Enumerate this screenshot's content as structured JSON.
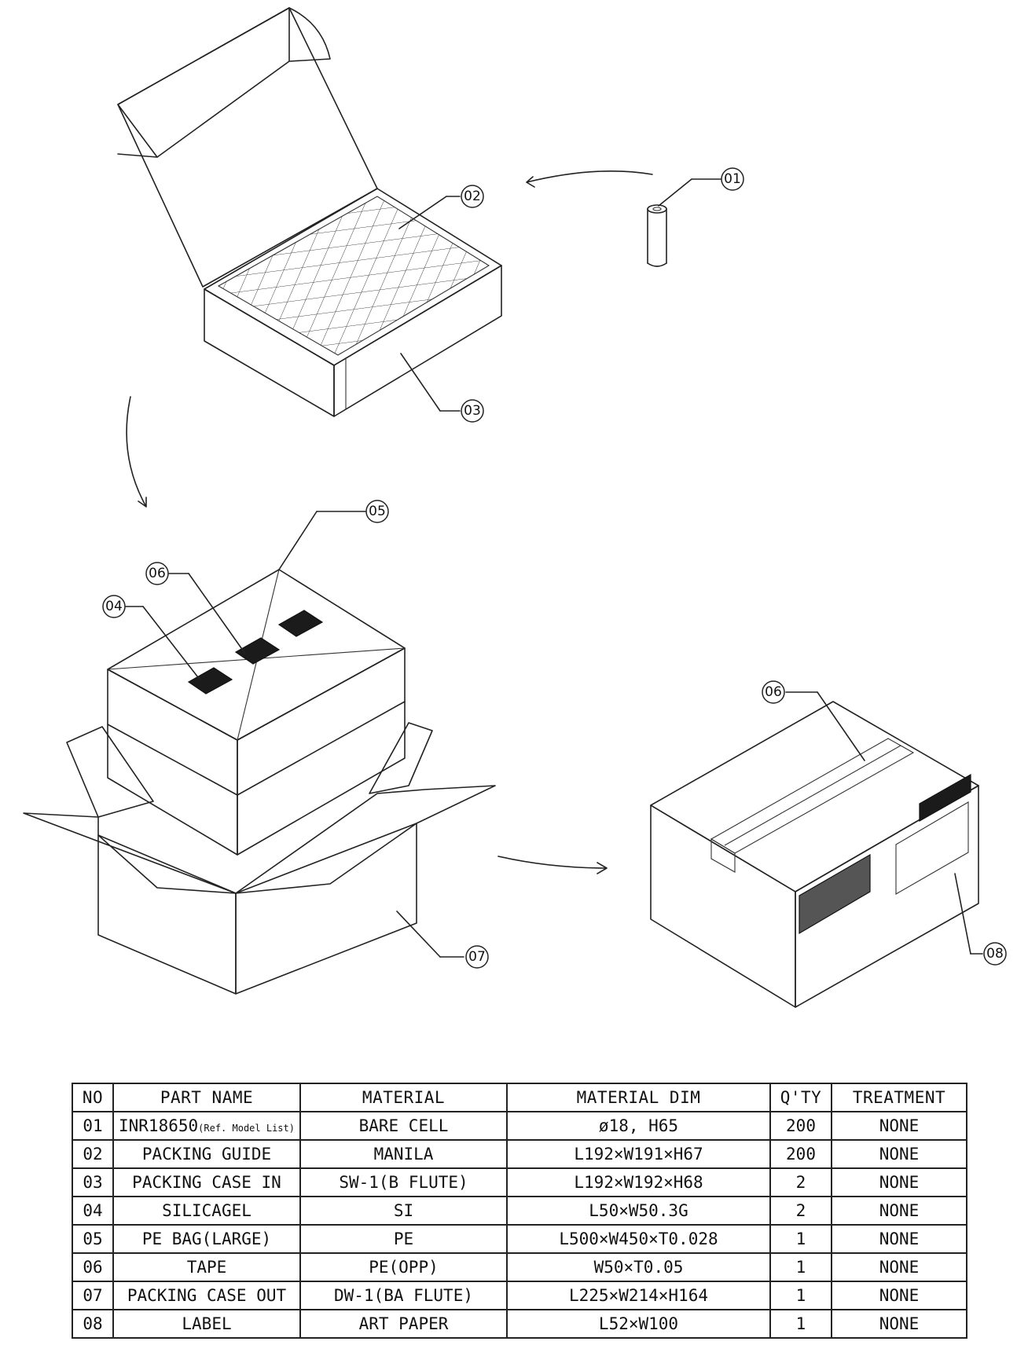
{
  "callouts": [
    "01",
    "02",
    "03",
    "04",
    "05",
    "06",
    "06",
    "07",
    "08"
  ],
  "table": {
    "headers": [
      "NO",
      "PART NAME",
      "MATERIAL",
      "MATERIAL DIM",
      "Q'TY",
      "TREATMENT"
    ],
    "rows": [
      {
        "no": "01",
        "part": "INR18650",
        "part_note": "(Ref. Model List)",
        "material": "BARE CELL",
        "dim": "ø18, H65",
        "qty": "200",
        "treatment": "NONE"
      },
      {
        "no": "02",
        "part": "PACKING GUIDE",
        "part_note": "",
        "material": "MANILA",
        "dim": "L192×W191×H67",
        "qty": "200",
        "treatment": "NONE"
      },
      {
        "no": "03",
        "part": "PACKING CASE IN",
        "part_note": "",
        "material": "SW-1(B  FLUTE)",
        "dim": "L192×W192×H68",
        "qty": "2",
        "treatment": "NONE"
      },
      {
        "no": "04",
        "part": "SILICAGEL",
        "part_note": "",
        "material": "SI",
        "dim": "L50×W50.3G",
        "qty": "2",
        "treatment": "NONE"
      },
      {
        "no": "05",
        "part": "PE BAG(LARGE)",
        "part_note": "",
        "material": "PE",
        "dim": "L500×W450×T0.028",
        "qty": "1",
        "treatment": "NONE"
      },
      {
        "no": "06",
        "part": "TAPE",
        "part_note": "",
        "material": "PE(OPP)",
        "dim": "W50×T0.05",
        "qty": "1",
        "treatment": "NONE"
      },
      {
        "no": "07",
        "part": "PACKING CASE OUT",
        "part_note": "",
        "material": "DW-1(BA FLUTE)",
        "dim": "L225×W214×H164",
        "qty": "1",
        "treatment": "NONE"
      },
      {
        "no": "08",
        "part": "LABEL",
        "part_note": "",
        "material": "ART PAPER",
        "dim": "L52×W100",
        "qty": "1",
        "treatment": "NONE"
      }
    ]
  }
}
